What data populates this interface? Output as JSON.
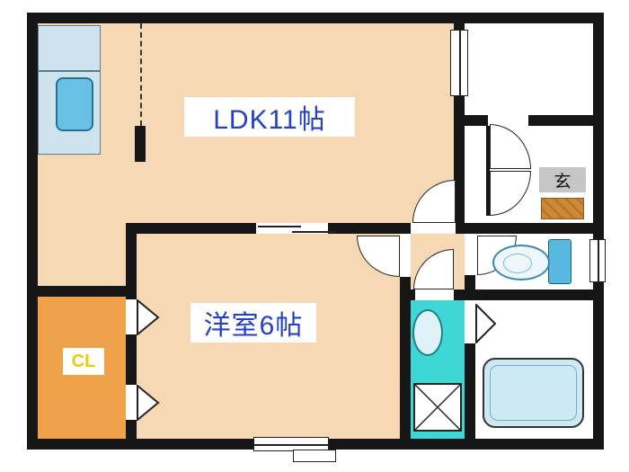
{
  "floorplan": {
    "rooms": {
      "ldk": {
        "label": "LDK11帖"
      },
      "western_room": {
        "label": "洋室6帖"
      },
      "closet": {
        "label": "CL"
      },
      "entrance": {
        "label": "玄"
      }
    },
    "colors": {
      "wall": "#161616",
      "room_floor": "#f6d9b4",
      "closet_floor": "#f0a24a",
      "washroom_floor": "#3fd6d6",
      "room_label_text": "#2240cc",
      "closet_label_text": "#edc90f",
      "entrance_label_bg": "#c6c6c6",
      "entrance_step": "#d08838",
      "kitchen_counter": "#cfe3ee",
      "kitchen_sink": "#68c0e4",
      "bathtub": "#cde9f3",
      "toilet_tank": "#58b8e0"
    },
    "icons": {
      "kitchen_sink": "sink-icon",
      "toilet": "toilet-icon",
      "bathtub": "bathtub-icon",
      "washing_machine": "washing-machine-icon",
      "washbasin": "washbasin-icon",
      "doors": "door-arc-icon",
      "folding_doors": "folding-door-icon"
    }
  }
}
